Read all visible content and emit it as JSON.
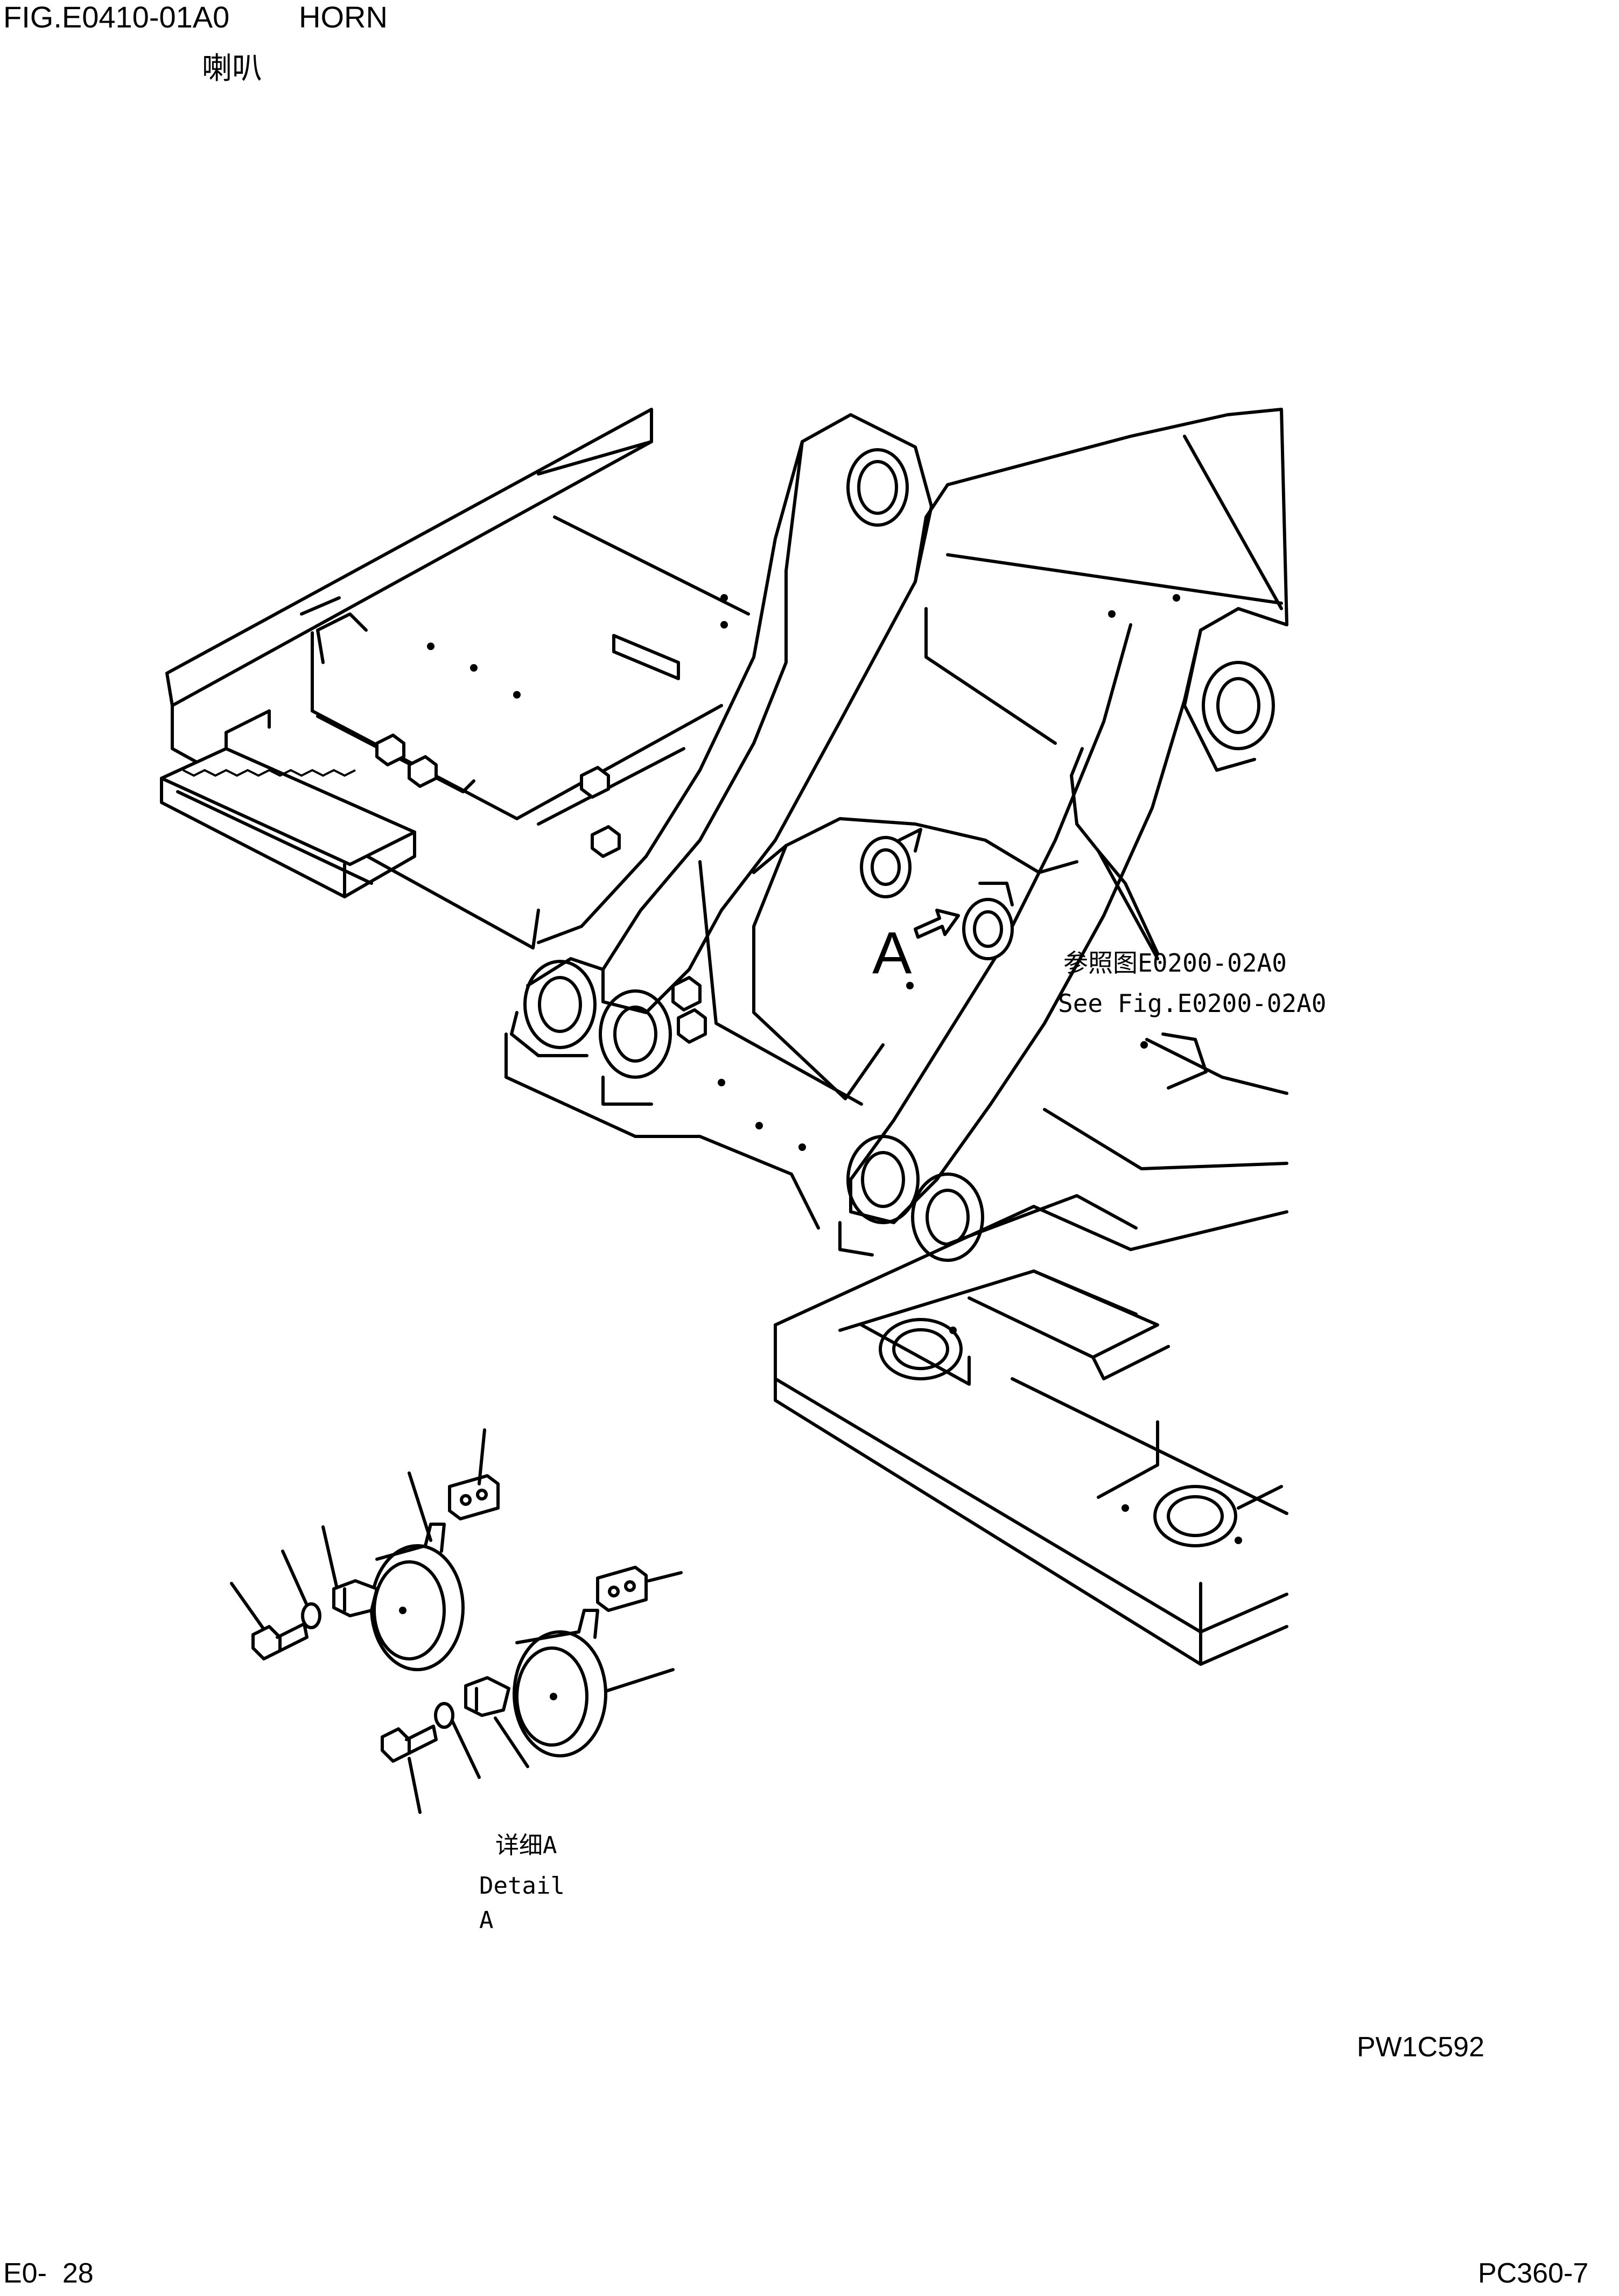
{
  "header": {
    "figure_number": "FIG.E0410-01A0",
    "figure_title": "HORN",
    "figure_title_cn": "喇叭"
  },
  "callout": {
    "view_letter": "A",
    "reference_cn": "参照图E0200-02A0",
    "reference_en": "See Fig.E0200-02A0"
  },
  "detail": {
    "label_cn": "详细A",
    "label_en": "Detail A"
  },
  "footer": {
    "drawing_code": "PW1C592",
    "page": "E0-  28",
    "model": "PC360-7"
  },
  "icons": {
    "arrow": "arrow-right-icon",
    "horn": "horn-icon",
    "bolt": "bolt-icon",
    "washer": "washer-icon",
    "bracket": "bracket-icon"
  }
}
